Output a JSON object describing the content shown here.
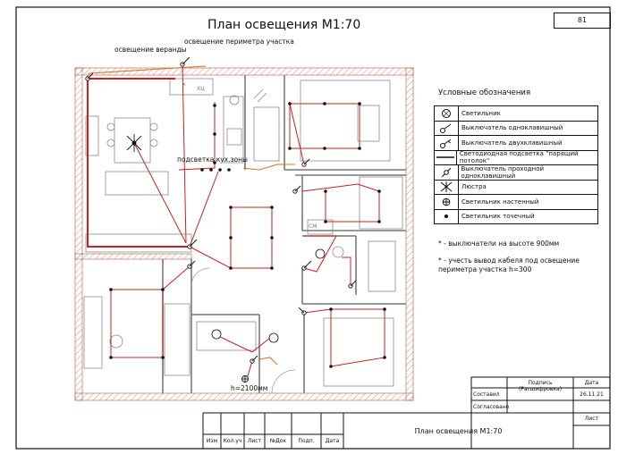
{
  "sheet": {
    "title": "План освещения М1:70",
    "sheet_number": "81"
  },
  "plan_labels": {
    "veranda": "освещение веранды",
    "perimeter": "освещение периметра участка",
    "kitchen_zone": "подсветка кух.зоны",
    "height": "h=2100мм",
    "appliance_1": "х",
    "appliance_2": "ХЦ",
    "appliance_3": "СМ"
  },
  "legend": {
    "title": "Условные обозначения",
    "items": [
      {
        "icon": "ceiling-lamp-icon",
        "label": "Светильник"
      },
      {
        "icon": "single-switch-icon",
        "label": "Выключатель одноклавишный"
      },
      {
        "icon": "double-switch-icon",
        "label": "Выключатель двухклавишный"
      },
      {
        "icon": "led-strip-icon",
        "label": "Светодиодная подсветка \"парящий потолок\""
      },
      {
        "icon": "pass-switch-icon",
        "label": "Выключатель проходной одноклавишный"
      },
      {
        "icon": "chandelier-icon",
        "label": "Люстра"
      },
      {
        "icon": "wall-lamp-icon",
        "label": "Светильник настенный"
      },
      {
        "icon": "spot-lamp-icon",
        "label": "Светильник точечный"
      }
    ]
  },
  "notes": [
    "- выключатели на высоте 900мм",
    "- учесть вывод кабеля под освещение периметра участка h=300"
  ],
  "title_block": {
    "signature_header": "Подпись (Расшифровка)",
    "date_header": "Дата",
    "compiled_label": "Составил",
    "approved_label": "Согласовано",
    "date_value": "26.11.21",
    "sheet_label": "Лист",
    "drawing_name": "План освещения М1:70",
    "columns": [
      "Изм",
      "Кол.уч",
      "Лист",
      "№Док",
      "Подп.",
      "Дата"
    ]
  },
  "colors": {
    "wire": "#cc1f1f",
    "wall_hatch": "#d98a7a",
    "perimeter": "#e07020",
    "furniture": "#8a8a8a"
  }
}
